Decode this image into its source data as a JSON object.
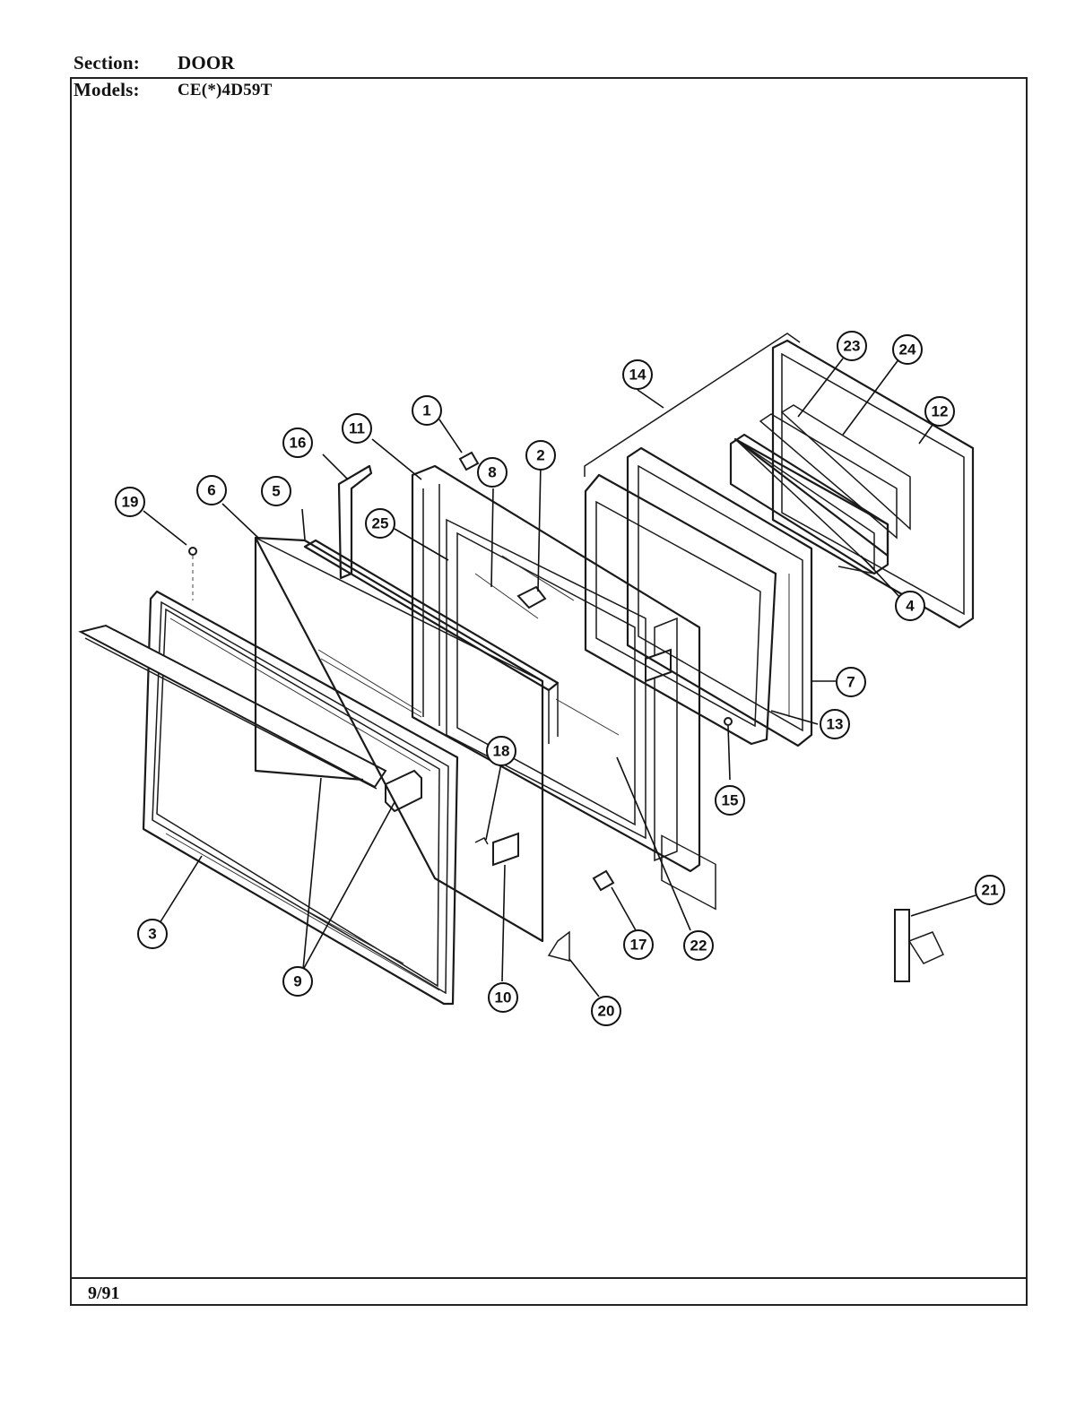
{
  "header": {
    "section_label": "Section:",
    "section_value": "DOOR",
    "models_label": "Models:",
    "models_value": "CE(*)4D59T"
  },
  "footer": {
    "date": "9/91"
  },
  "callouts": [
    "1",
    "2",
    "3",
    "4",
    "5",
    "6",
    "7",
    "8",
    "9",
    "10",
    "11",
    "12",
    "13",
    "14",
    "15",
    "16",
    "17",
    "18",
    "19",
    "20",
    "21",
    "22",
    "23",
    "24",
    "25"
  ]
}
